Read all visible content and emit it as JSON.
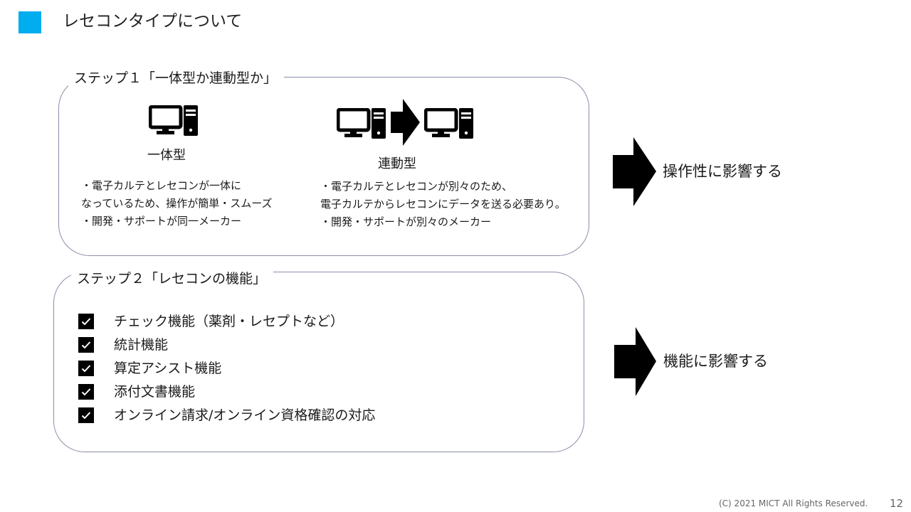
{
  "header": {
    "title": "レセコンタイプについて",
    "accent_color": "#00adef"
  },
  "step1": {
    "title": "ステップ１「一体型か連動型か」",
    "integrated": {
      "icon": "desktop-computer-icon",
      "label": "一体型",
      "lines": [
        "・電子カルテとレセコンが一体に",
        "なっているため、操作が簡単・スムーズ",
        "・開発・サポートが同一メーカー"
      ]
    },
    "linked": {
      "icons": [
        "desktop-computer-icon",
        "arrow-right-icon",
        "desktop-computer-icon"
      ],
      "label": "連動型",
      "lines": [
        "・電子カルテとレセコンが別々のため、",
        "電子カルテからレセコンにデータを送る必要あり。",
        "・開発・サポートが別々のメーカー"
      ]
    },
    "result": "操作性に影響する"
  },
  "step2": {
    "title": "ステップ２「レセコンの機能」",
    "items": [
      {
        "label": "チェック機能（薬剤・レセプトなど）",
        "checked": true
      },
      {
        "label": "統計機能",
        "checked": true
      },
      {
        "label": "算定アシスト機能",
        "checked": true
      },
      {
        "label": "添付文書機能",
        "checked": true
      },
      {
        "label": "オンライン請求/オンライン資格確認の対応",
        "checked": true
      }
    ],
    "result": "機能に影響する"
  },
  "footer": {
    "copyright": "(C) 2021  MICT All Rights Reserved.",
    "page_number": "12"
  }
}
